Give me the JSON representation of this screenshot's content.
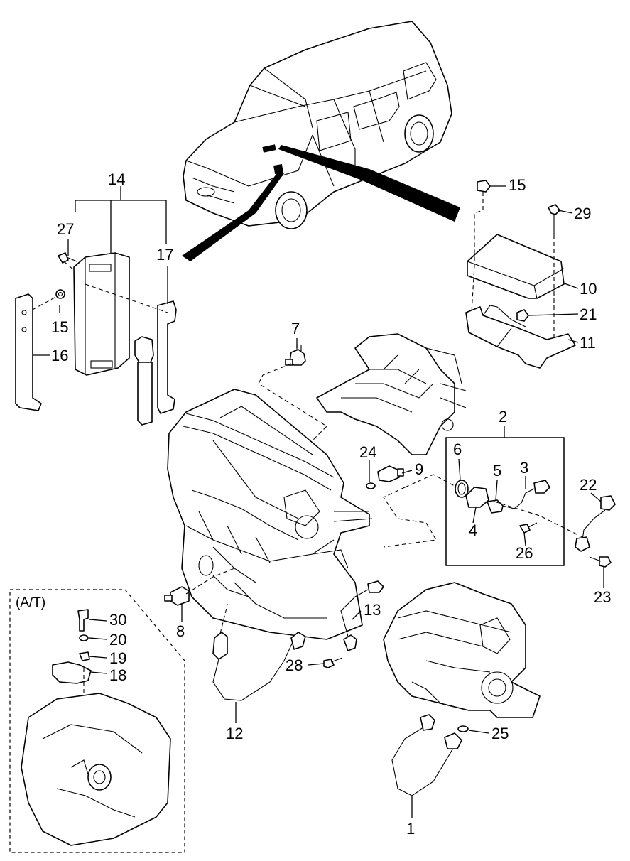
{
  "callouts": {
    "c1": "1",
    "c2": "2",
    "c3": "3",
    "c4": "4",
    "c5": "5",
    "c6": "6",
    "c7": "7",
    "c8": "8",
    "c9": "9",
    "c10": "10",
    "c11": "11",
    "c12": "12",
    "c13": "13",
    "c14": "14",
    "c15a": "15",
    "c15b": "15",
    "c16": "16",
    "c17": "17",
    "c18": "18",
    "c19": "19",
    "c20": "20",
    "c21": "21",
    "c22": "22",
    "c23": "23",
    "c24": "24",
    "c25": "25",
    "c26": "26",
    "c27": "27",
    "c28": "28",
    "c29": "29",
    "c30": "30"
  },
  "inset_label": "(A/T)",
  "colors": {
    "ink": "#000000",
    "paper": "#ffffff"
  }
}
